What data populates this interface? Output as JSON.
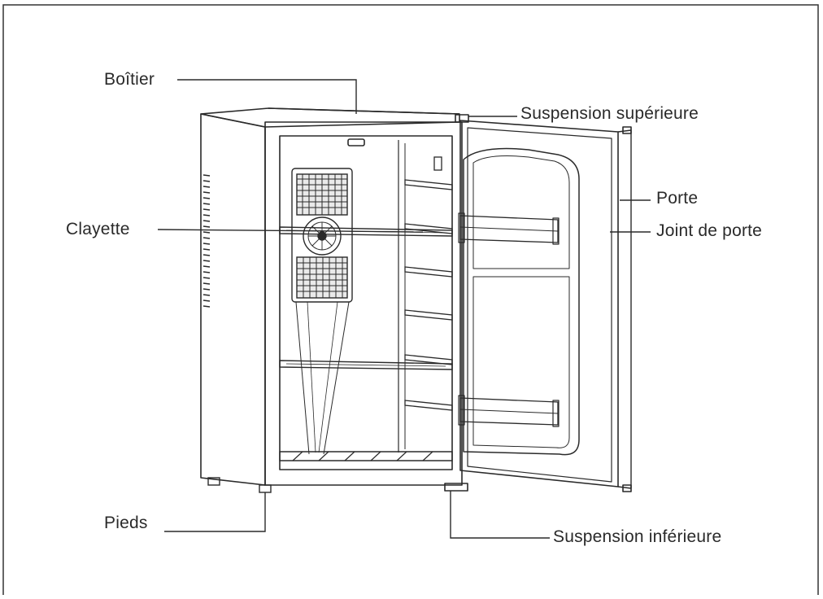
{
  "labels": {
    "boitier": "Boîtier",
    "suspension_superieure": "Suspension supérieure",
    "porte": "Porte",
    "joint_de_porte": "Joint de porte",
    "clayette": "Clayette",
    "pieds": "Pieds",
    "suspension_inferieure": "Suspension inférieure"
  },
  "colors": {
    "line": "#2a2a2a",
    "frame": "#333333",
    "background": "#ffffff"
  }
}
